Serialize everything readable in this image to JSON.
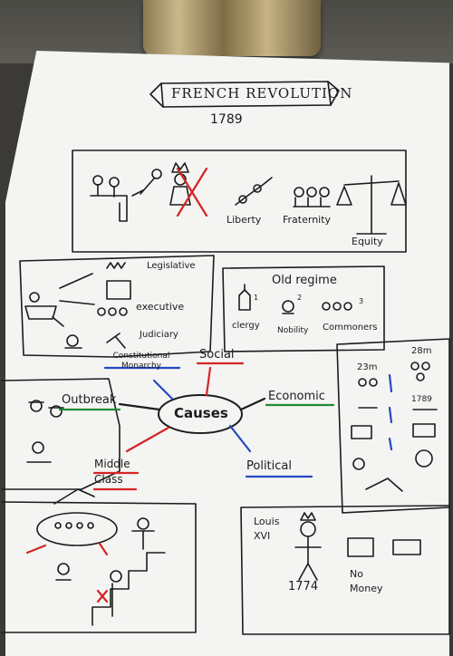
{
  "title": "FRENCH REVOLUTION",
  "year": "1789",
  "ideals": [
    "Liberty",
    "Fraternity",
    "Equity"
  ],
  "government": [
    "Legislative",
    "executive",
    "Judiciary"
  ],
  "old_regime": {
    "title": "Old regime",
    "estates": [
      "clergy",
      "Nobility",
      "Commoners"
    ],
    "numbers": [
      "1",
      "2",
      "3"
    ]
  },
  "center": "Causes",
  "branches": {
    "social": "Social",
    "economic": "Economic",
    "political": "Political",
    "middle_class": "Middle Class",
    "outbreak": "Outbreak",
    "constitutional": "Constitutional Monarchy"
  },
  "economy": {
    "pop_start": "23m",
    "pop_end": "28m",
    "year": "1789"
  },
  "political": {
    "king": "Louis XVI",
    "year": "1774",
    "no_money": "No Money"
  },
  "colors": {
    "ink": "#1c1c1c",
    "red": "#d42424",
    "blue": "#2547c2",
    "green": "#1e8a34"
  }
}
